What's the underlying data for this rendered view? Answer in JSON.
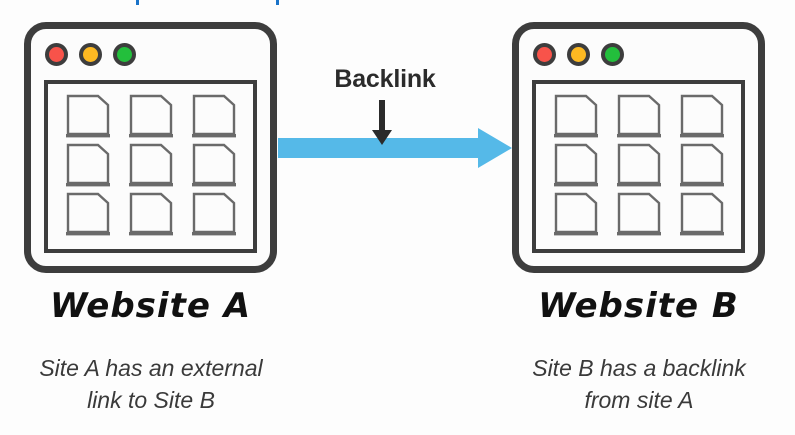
{
  "diagram": {
    "title_hint": "backlink-concept-diagram",
    "background_color": "#fdfdfd",
    "connector": {
      "label": "Backlink",
      "label_color": "#2b2b2b",
      "arrow_color": "#55b9e8",
      "pointer_color": "#2b2b2b",
      "direction": "left-to-right"
    },
    "windows": [
      {
        "id": "website-a",
        "side": "left",
        "title": "Website A",
        "caption_lines": [
          "Site A has an external",
          "link to Site B"
        ],
        "frame_color": "#3d3d3d",
        "traffic_lights": [
          {
            "name": "close-dot",
            "color": "#f8534a"
          },
          {
            "name": "minimize-dot",
            "color": "#fdb922"
          },
          {
            "name": "maximize-dot",
            "color": "#23bf3c"
          }
        ],
        "page_count": 9
      },
      {
        "id": "website-b",
        "side": "right",
        "title": "Website B",
        "caption_lines": [
          "Site B has a backlink",
          "from site A"
        ],
        "frame_color": "#3d3d3d",
        "traffic_lights": [
          {
            "name": "close-dot",
            "color": "#f8534a"
          },
          {
            "name": "minimize-dot",
            "color": "#fdb922"
          },
          {
            "name": "maximize-dot",
            "color": "#23bf3c"
          }
        ],
        "page_count": 9
      }
    ]
  }
}
